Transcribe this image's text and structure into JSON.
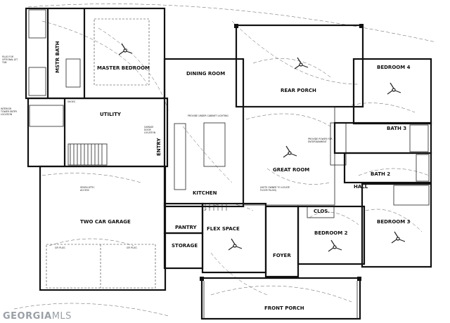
{
  "rooms": {
    "mstr_bath": "MSTR BATH",
    "master_bedroom": "MASTER BEDROOM",
    "dining_room": "DINING ROOM",
    "rear_porch": "REAR PORCH",
    "bedroom_4": "BEDROOM 4",
    "utility": "UTILITY",
    "entry": "ENTRY",
    "kitchen": "KITCHEN",
    "great_room": "GREAT ROOM",
    "bath_3": "BATH 3",
    "bath_2": "BATH 2",
    "hall": "HALL",
    "two_car_garage": "TWO CAR GARAGE",
    "pantry": "PANTRY",
    "flex_space": "FLEX SPACE",
    "clos": "CLOS.",
    "bedroom_2": "BEDROOM 2",
    "bedroom_3": "BEDROOM 3",
    "storage": "STORAGE",
    "foyer": "FOYER",
    "front_porch": "FRONT PORCH"
  },
  "notes": {
    "plug_1": "PLUG FOR",
    "plug_2": "OPTIONAL JET",
    "plug_3": "TUB",
    "tower_1": "INTERIOR",
    "tower_2": "TOWER ENTRY",
    "tower_3": "LOCATION",
    "shoes": "SHOES",
    "cabinet": "PROVIDE UNDER CABINET LIGHTING",
    "garage_1": "GARAGE",
    "garage_2": "DOOR",
    "garage_3": "LOCATION",
    "power_1": "PROVIDE POWER FOR",
    "power_2": "ENTERTAINMENT",
    "floor_1": "(NOTE OWNER TO LOCATE",
    "floor_2": "FLOOR PLUGS)",
    "attic_1": "SEVEN ATTIC",
    "attic_2": "ACCESS",
    "gfi_plug": "GFI PLUG"
  },
  "watermark": {
    "bold": "GEORGIA",
    "light": "MLS"
  }
}
